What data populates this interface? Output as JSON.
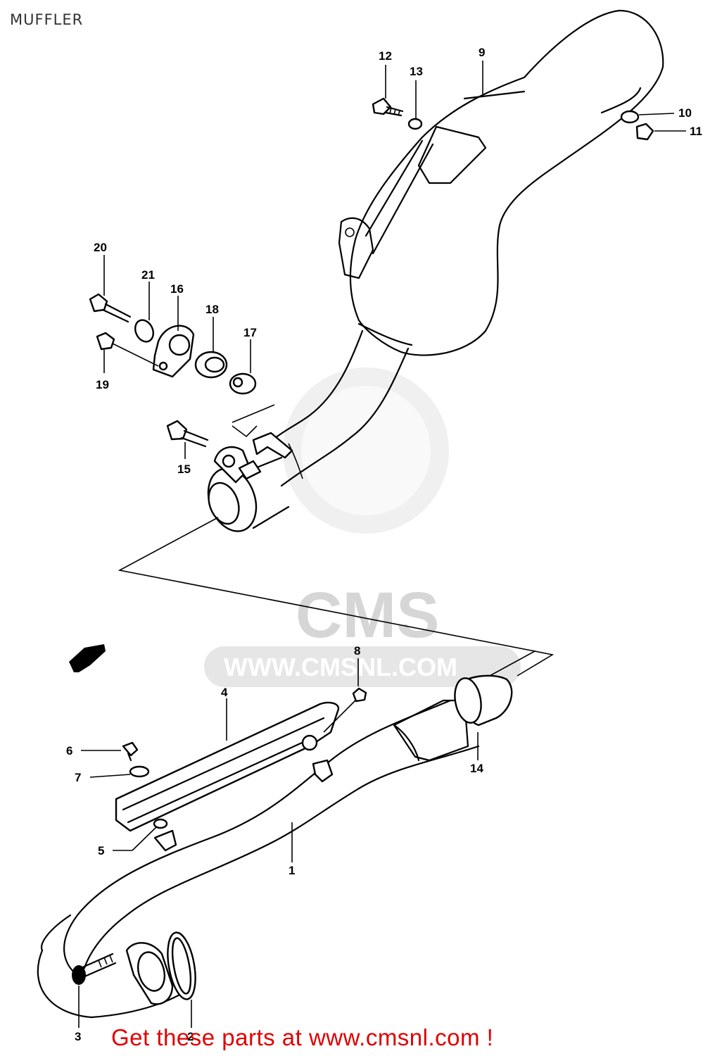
{
  "title": "MUFFLER",
  "watermark": {
    "brand": "CMS",
    "url": "WWW.CMSNL.COM"
  },
  "callouts": {
    "n1": "1",
    "n2": "2",
    "n3": "3",
    "n4": "4",
    "n5": "5",
    "n6": "6",
    "n7": "7",
    "n8": "8",
    "n9": "9",
    "n10": "10",
    "n11": "11",
    "n12": "12",
    "n13": "13",
    "n14": "14",
    "n15": "15",
    "n16": "16",
    "n17": "17",
    "n18": "18",
    "n19": "19",
    "n20": "20",
    "n21": "21"
  },
  "footer_text": "Get these parts at www.cmsnl.com !",
  "colors": {
    "footer": "#e00000",
    "watermark": "#d6d6d6",
    "line": "#000000"
  }
}
